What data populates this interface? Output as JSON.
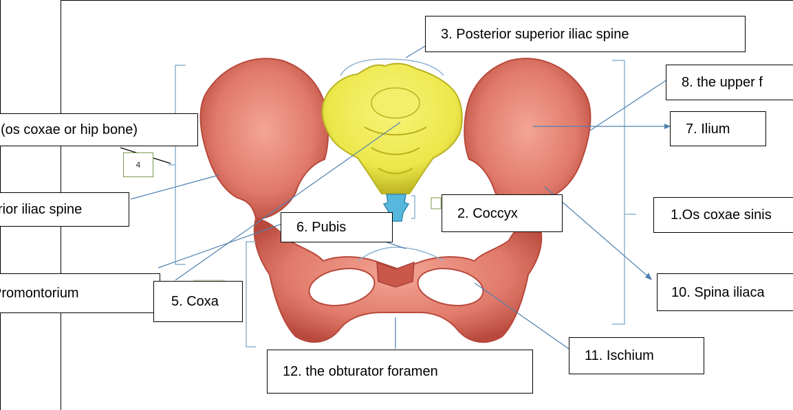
{
  "labels": {
    "l1": "1.Os coxae sinis",
    "l2": "2. Coccyx",
    "l3": "3. Posterior superior iliac spine",
    "l4": "(os coxae or hip bone)",
    "l4_small": "4",
    "l5": "5. Coxa",
    "l6": "6. Pubis",
    "l7": "7. Ilium",
    "l8": "8. the upper f",
    "l9": "rior iliac spine",
    "l10": "10. Spina iliaca",
    "l11": "11. Ischium",
    "l12": "12. the obturator foramen",
    "promontorium": "Promontorium"
  },
  "colors": {
    "bone": "#e07a6a",
    "bone_dark": "#b8493c",
    "sacrum": "#ece74a",
    "sacrum_dark": "#b9b21e",
    "coccyx": "#58b7dc",
    "bracket": "#8fb3cf",
    "pointer": "#4f7fb0"
  }
}
